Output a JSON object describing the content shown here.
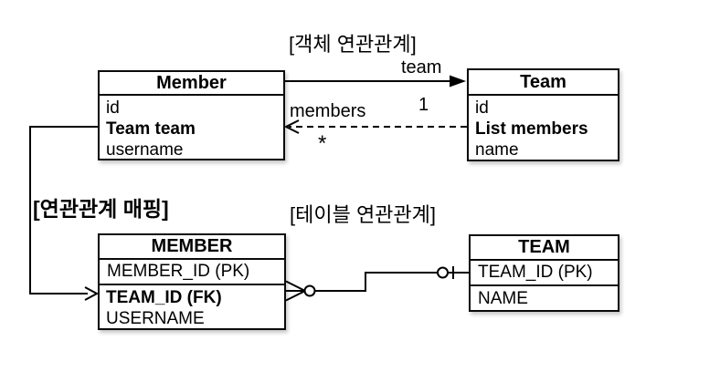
{
  "labels": {
    "object_section_title": "[객체 연관관계]",
    "mapping_title": "[연관관계 매핑]",
    "table_section_title": "[테이블 연관관계]"
  },
  "object_diagram": {
    "member": {
      "title": "Member",
      "fields": [
        {
          "name": "id"
        },
        {
          "name": "Team team"
        },
        {
          "name": "username"
        }
      ]
    },
    "team": {
      "title": "Team",
      "fields": [
        {
          "name": "id"
        },
        {
          "name": "List members"
        },
        {
          "name": "name"
        }
      ]
    },
    "associations": {
      "team_label": "team",
      "team_cardinality": "1",
      "members_label": "members",
      "members_cardinality": "*"
    }
  },
  "table_diagram": {
    "member": {
      "title": "MEMBER",
      "pk_row": "MEMBER_ID (PK)",
      "rows": [
        {
          "name": "TEAM_ID (FK)"
        },
        {
          "name": "USERNAME"
        }
      ]
    },
    "team": {
      "title": "TEAM",
      "pk_row": "TEAM_ID (PK)",
      "rows": [
        {
          "name": "NAME"
        }
      ]
    }
  },
  "colors": {
    "line": "#000000",
    "background": "#ffffff",
    "box_fill": "#ffffff"
  }
}
